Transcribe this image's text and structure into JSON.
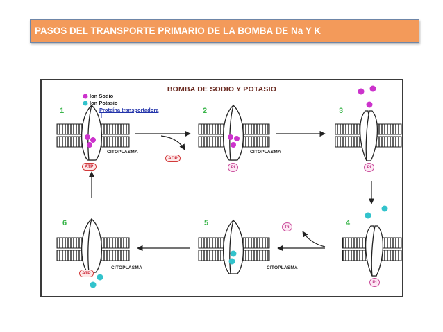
{
  "header": {
    "title": "PASOS DEL TRANSPORTE PRIMARIO DE LA BOMBA DE Na Y K"
  },
  "figure": {
    "title": "BOMBA DE SODIO Y POTASIO",
    "legend": {
      "sodium_label": "Ion Sodio",
      "potassium_label": "Ion Potasio",
      "protein_label": "Proteína transportadora"
    },
    "steps": [
      "1",
      "2",
      "3",
      "4",
      "5",
      "6"
    ],
    "cytoplasm_label": "CITOPLASMA",
    "atp_label": "ATP",
    "adp_label": "ADP",
    "pi_label": "Pi",
    "colors": {
      "sodium": "#cc33cc",
      "potassium": "#33c3cc",
      "step_number": "#3ab54a",
      "header_fill": "#f39a5a"
    }
  }
}
